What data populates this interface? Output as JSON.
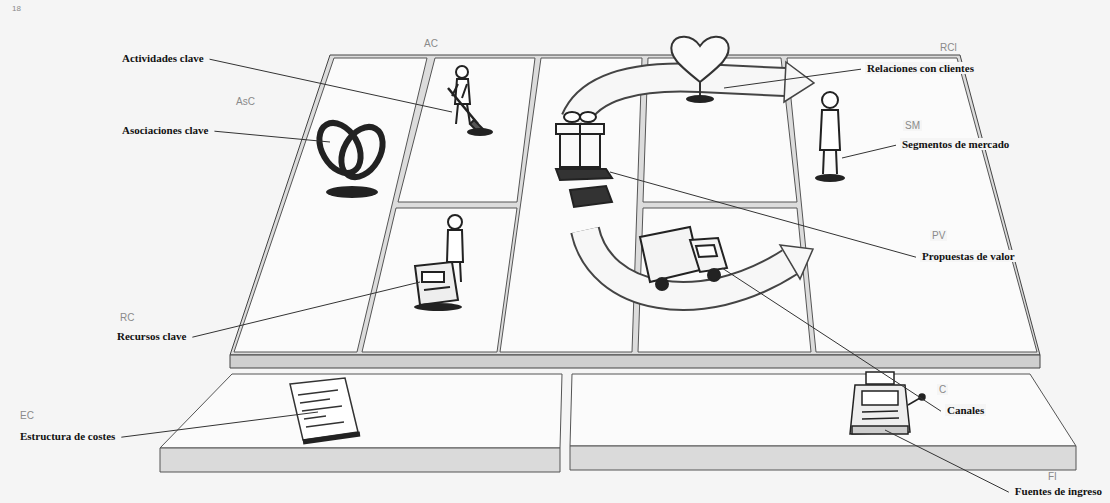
{
  "diagram": {
    "labels": [
      "18",
      "AC",
      "Actividades clave",
      "AsC",
      "Asociaciones clave",
      "RC",
      "Recursos clave",
      "RCl",
      "Relaciones con clientes",
      "SM",
      "Segmentos de mercado",
      "PV",
      "Propuestas de valor",
      "C",
      "Canales",
      "EC",
      "Estructura de costes",
      "FI",
      "Fuentes de ingreso"
    ]
  }
}
